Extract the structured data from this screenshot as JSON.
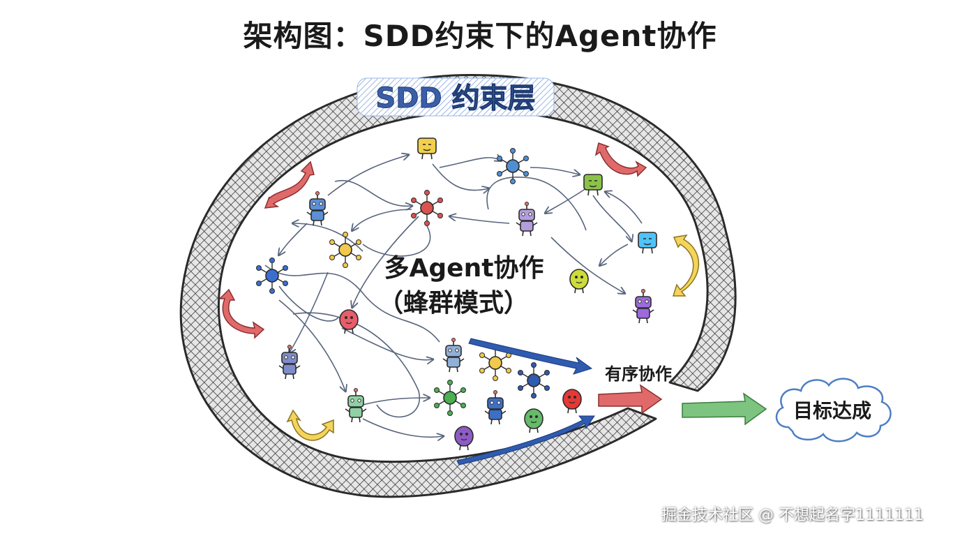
{
  "title": "架构图：SDD约束下的Agent协作",
  "constraint_layer": {
    "label": "SDD 约束层"
  },
  "center": {
    "line1": "多Agent协作",
    "line2": "（蜂群模式）"
  },
  "flow": {
    "ordered_label": "有序协作",
    "goal_label": "目标达成"
  },
  "watermark": "掘金技术社区 @ 不想起名字1111111",
  "colors": {
    "ring_fill": "#d9d9d9",
    "ring_stroke": "#2a2a2a",
    "label_blue": "#3a5fa8",
    "red_arrow": "#d9534f",
    "green_arrow": "#5cb85c",
    "yellow_arrow": "#f2d04b",
    "blue_arrow": "#2f5bb0"
  },
  "agents": [
    {
      "icon": "robot-icon",
      "color": "#5b8fd6"
    },
    {
      "icon": "square-bot-icon",
      "color": "#f2d04b"
    },
    {
      "icon": "network-node-icon",
      "color": "#4f8fd0"
    },
    {
      "icon": "network-node-icon",
      "color": "#d9534f"
    },
    {
      "icon": "square-bot-icon",
      "color": "#8bc34a"
    },
    {
      "icon": "robot-icon",
      "color": "#b39ddb"
    },
    {
      "icon": "square-bot-icon",
      "color": "#4fc3f7"
    },
    {
      "icon": "network-node-icon",
      "color": "#3a6fd0"
    },
    {
      "icon": "network-node-icon",
      "color": "#f2c94c"
    },
    {
      "icon": "blob-bot-icon",
      "color": "#cddc39"
    },
    {
      "icon": "robot-icon",
      "color": "#9c6ade"
    },
    {
      "icon": "blob-bot-icon",
      "color": "#e85d6a"
    },
    {
      "icon": "robot-icon",
      "color": "#7e8cc9"
    },
    {
      "icon": "robot-icon",
      "color": "#8fd1a4"
    },
    {
      "icon": "robot-icon",
      "color": "#90b0d8"
    },
    {
      "icon": "network-node-icon",
      "color": "#f2c94c"
    },
    {
      "icon": "network-node-icon",
      "color": "#2f5bb0"
    },
    {
      "icon": "network-node-icon",
      "color": "#4caf50"
    },
    {
      "icon": "robot-icon",
      "color": "#3f6fc5"
    },
    {
      "icon": "blob-bot-icon",
      "color": "#66bb6a"
    },
    {
      "icon": "blob-bot-icon",
      "color": "#e53935"
    },
    {
      "icon": "blob-bot-icon",
      "color": "#8e5bc4"
    }
  ]
}
